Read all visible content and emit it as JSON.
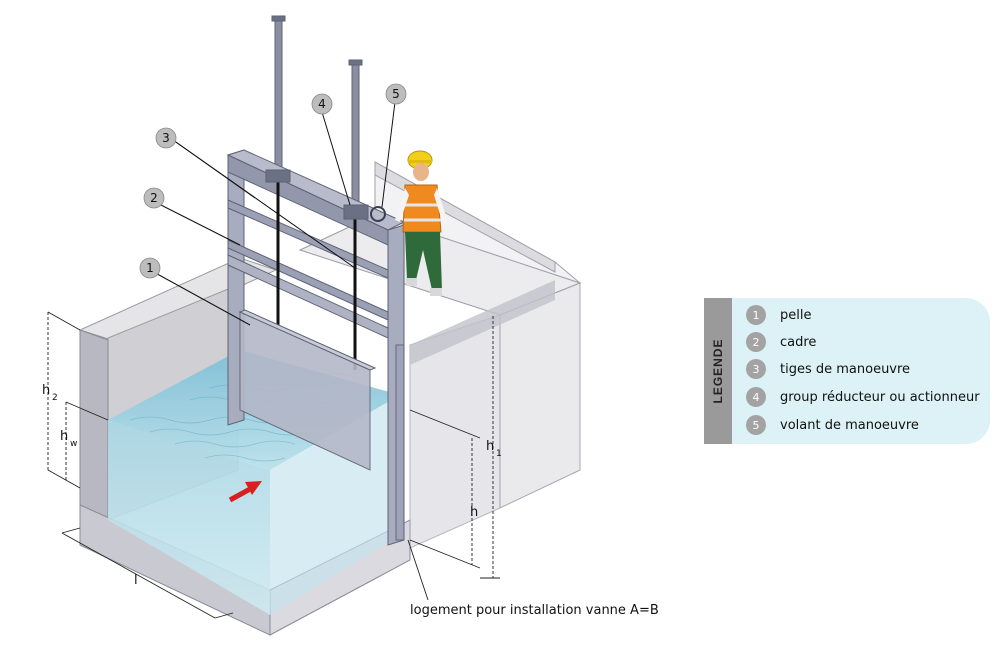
{
  "callouts": [
    "1",
    "2",
    "3",
    "4",
    "5"
  ],
  "dimensions": {
    "h2": "h",
    "h2_sub": "2",
    "hw": "h",
    "hw_sub": "w",
    "h1": "h",
    "h1_sub": "1",
    "h": "h",
    "l": "l"
  },
  "annotation": "logement pour installation vanne A=B",
  "legend": {
    "title": "LEGENDE",
    "items": [
      {
        "num": "1",
        "label": "pelle"
      },
      {
        "num": "2",
        "label": "cadre"
      },
      {
        "num": "3",
        "label": "tiges de manoeuvre"
      },
      {
        "num": "4",
        "label": "group réducteur ou actionneur"
      },
      {
        "num": "5",
        "label": "volant de manoeuvre"
      }
    ]
  },
  "colors": {
    "water": "#8ec9dc",
    "concrete": "#d7d7da",
    "frame": "#9ea3b8",
    "arrow": "#d82020",
    "vest": "#f08a1e",
    "helmet": "#f2cf18",
    "trousers": "#2f6b3a"
  }
}
